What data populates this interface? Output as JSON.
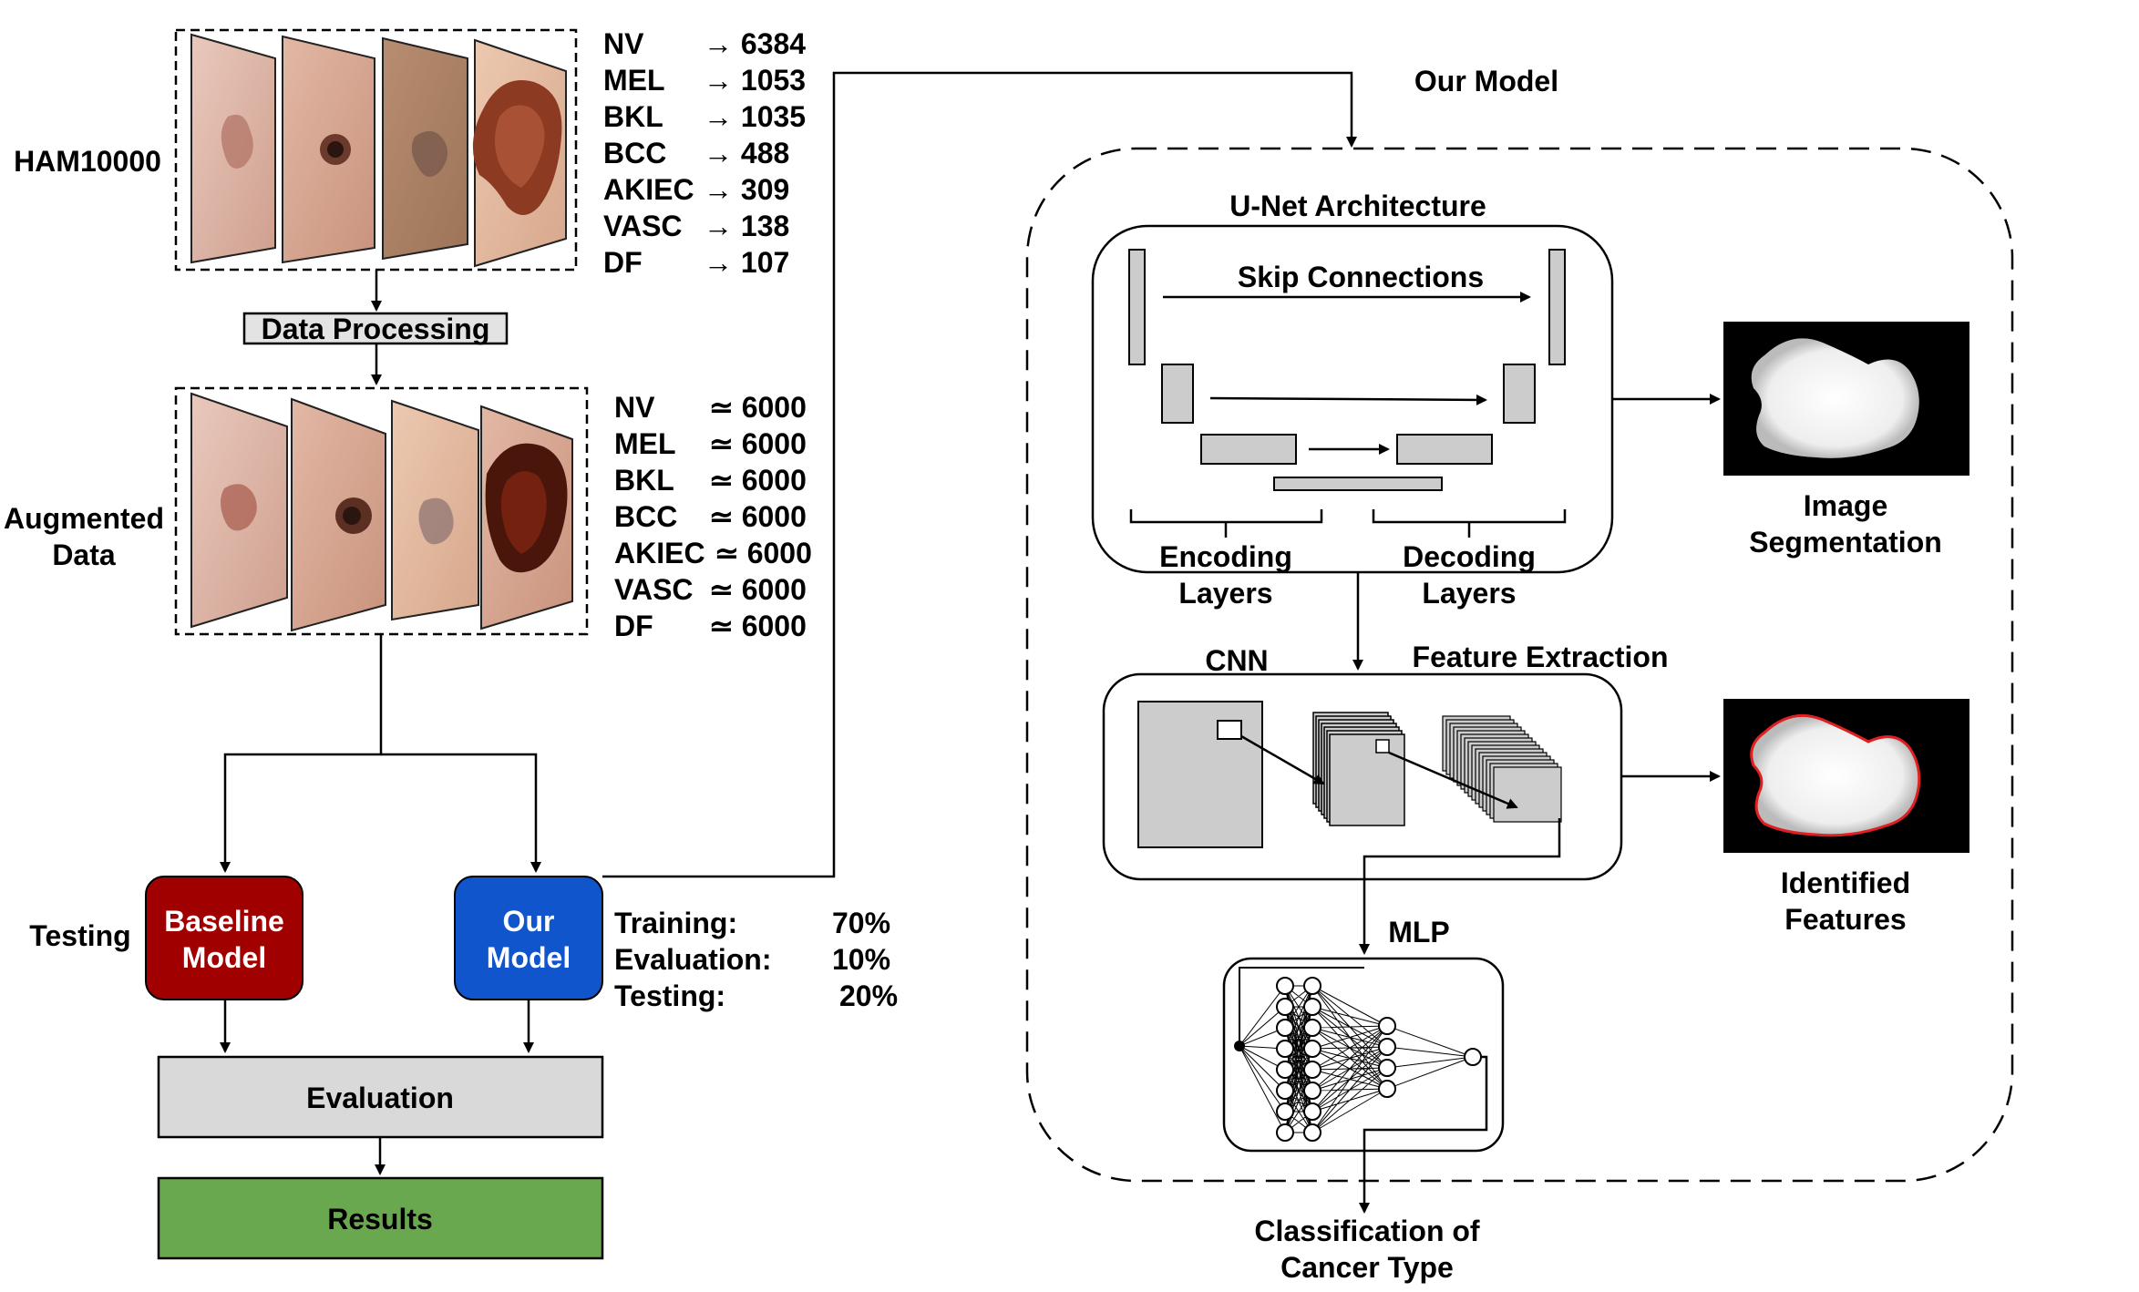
{
  "dataset": {
    "name": "HAM10000",
    "classes": [
      {
        "label": "NV",
        "count": "→ 6384"
      },
      {
        "label": "MEL",
        "count": "→ 1053"
      },
      {
        "label": "BKL",
        "count": "→ 1035"
      },
      {
        "label": "BCC",
        "count": "→ 488"
      },
      {
        "label": "AKIEC",
        "count": "→ 309"
      },
      {
        "label": "VASC",
        "count": "→ 138"
      },
      {
        "label": "DF",
        "count": "→ 107"
      }
    ]
  },
  "processing": {
    "label": "Data Processing"
  },
  "augmented": {
    "name_line1": "Augmented",
    "name_line2": "Data",
    "classes": [
      {
        "label": "NV",
        "count": "≃ 6000"
      },
      {
        "label": "MEL",
        "count": "≃ 6000"
      },
      {
        "label": "BKL",
        "count": "≃ 6000"
      },
      {
        "label": "BCC",
        "count": "≃ 6000"
      },
      {
        "label": "AKIEC",
        "count": "≃ 6000"
      },
      {
        "label": "VASC",
        "count": "≃ 6000"
      },
      {
        "label": "DF",
        "count": "≃ 6000"
      }
    ]
  },
  "testing": {
    "label": "Testing",
    "baseline_line1": "Baseline",
    "baseline_line2": "Model",
    "ours_line1": "Our",
    "ours_line2": "Model",
    "split": [
      {
        "label": "Training:",
        "value": "70%"
      },
      {
        "label": "Evaluation:",
        "value": "10%"
      },
      {
        "label": "Testing:",
        "value": "20%"
      }
    ],
    "evaluation": "Evaluation",
    "results": "Results"
  },
  "model": {
    "title": "Our Model",
    "unet_title": "U-Net Architecture",
    "skip": "Skip Connections",
    "encoding_line1": "Encoding",
    "encoding_line2": "Layers",
    "decoding_line1": "Decoding",
    "decoding_line2": "Layers",
    "seg_line1": "Image",
    "seg_line2": "Segmentation",
    "cnn": "CNN",
    "feature": "Feature Extraction",
    "ident_line1": "Identified",
    "ident_line2": "Features",
    "mlp": "MLP",
    "class_line1": "Classification of",
    "class_line2": "Cancer Type"
  },
  "colors": {
    "baseline": "#a00000",
    "ours": "#1155cc",
    "evaluation": "#d9d9d9",
    "results": "#6aa84f",
    "layer_fill": "#cccccc"
  }
}
